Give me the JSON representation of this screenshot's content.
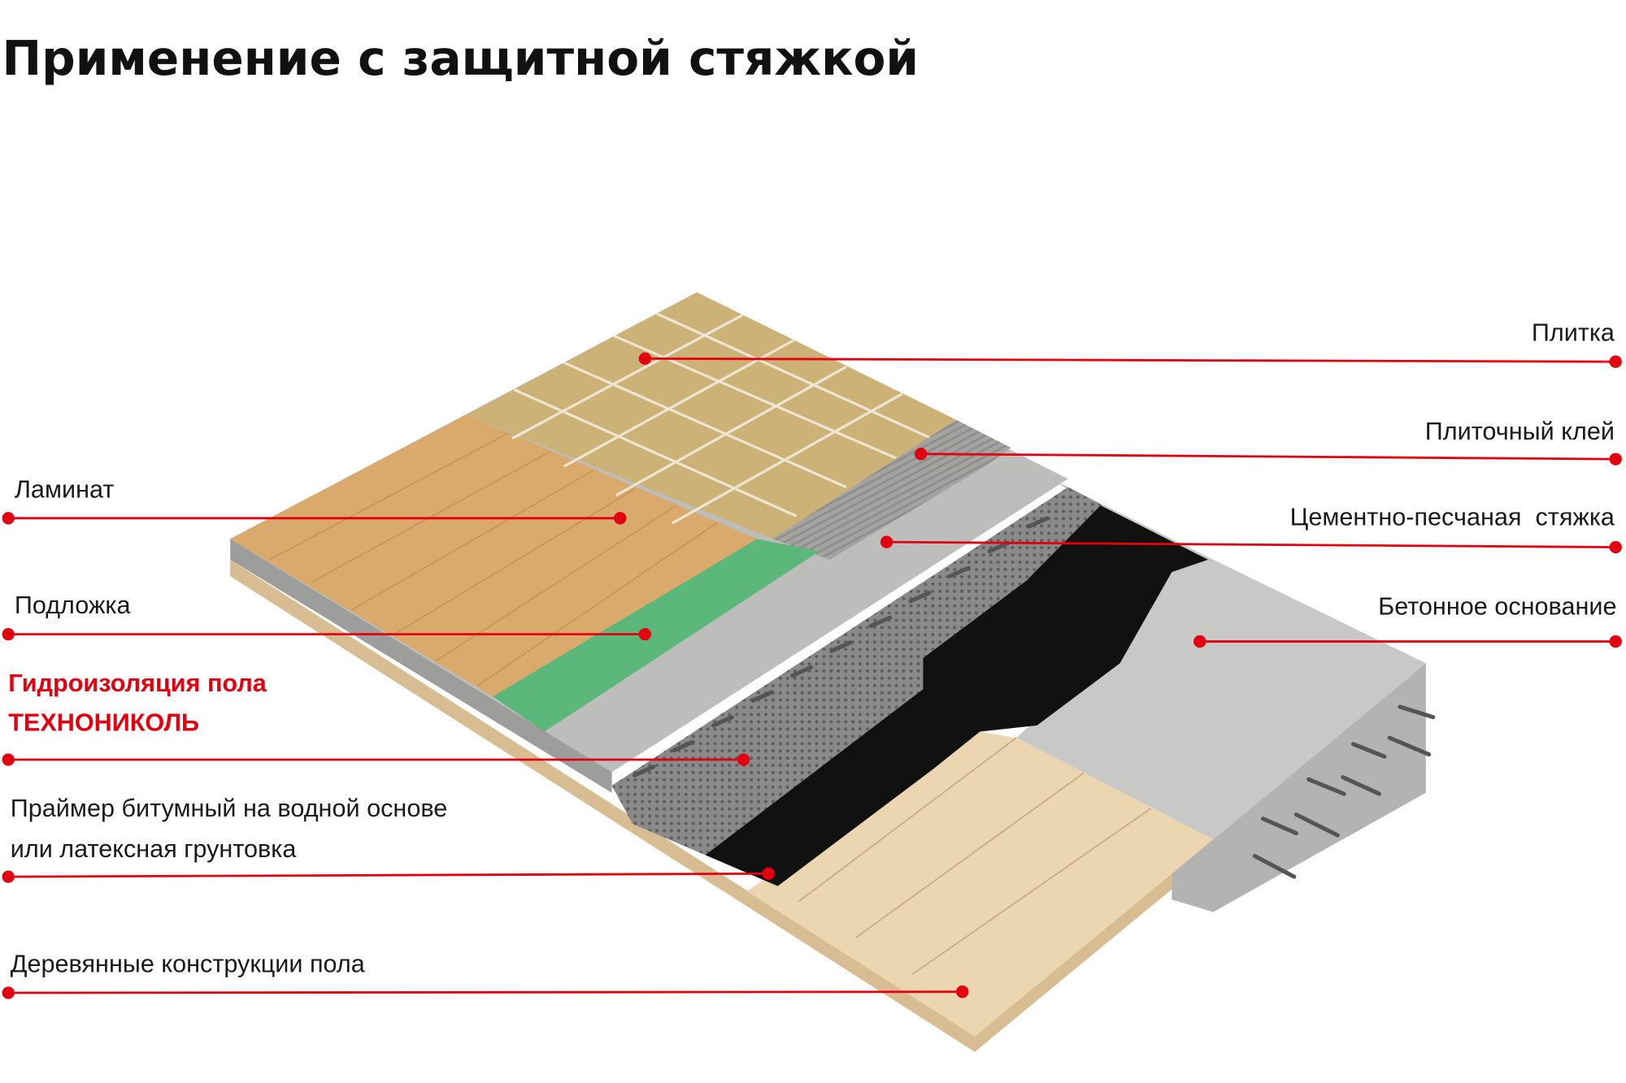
{
  "title": "Применение с защитной стяжкой",
  "colors": {
    "accent": "#e3000f"
  },
  "labels_right": {
    "tile": "Плитка",
    "tile_adhesive": "Плиточный клей",
    "screed": "Цементно-песчаная  стяжка",
    "concrete_base": "Бетонное основание"
  },
  "labels_left": {
    "laminate": "Ламинат",
    "underlay": "Подложка",
    "waterproofing_line1": "Гидроизоляция пола",
    "waterproofing_line2": "ТЕХНОНИКОЛЬ",
    "primer_line1": "Праймер битумный на водной основе",
    "primer_line2": "или латексная грунтовка",
    "wood_structures": "Деревянные конструкции пола"
  }
}
